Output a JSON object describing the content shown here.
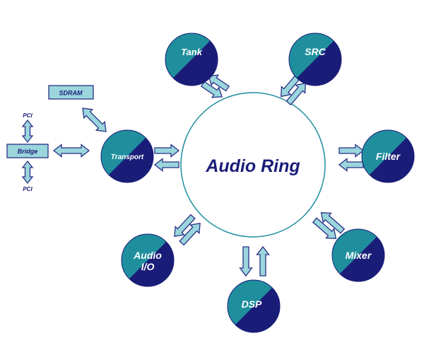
{
  "colors": {
    "teal": "#1f8f9e",
    "navy": "#1a1d78",
    "light_cyan": "#9ad6dc",
    "ring_stroke": "#1f8f9e"
  },
  "ring": {
    "label": "Audio Ring"
  },
  "nodes": {
    "tank": {
      "label": "Tank"
    },
    "src": {
      "label": "SRC"
    },
    "filter": {
      "label": "Filter"
    },
    "mixer": {
      "label": "Mixer"
    },
    "dsp": {
      "label": "DSP"
    },
    "audio_io": {
      "line1": "Audio",
      "line2": "I/O"
    },
    "transport": {
      "label": "Transport"
    }
  },
  "boxes": {
    "sdram": {
      "label": "SDRAM"
    },
    "bridge": {
      "label": "Bridge"
    }
  },
  "labels": {
    "pci_top": "PCI",
    "pci_bottom": "PCI"
  }
}
